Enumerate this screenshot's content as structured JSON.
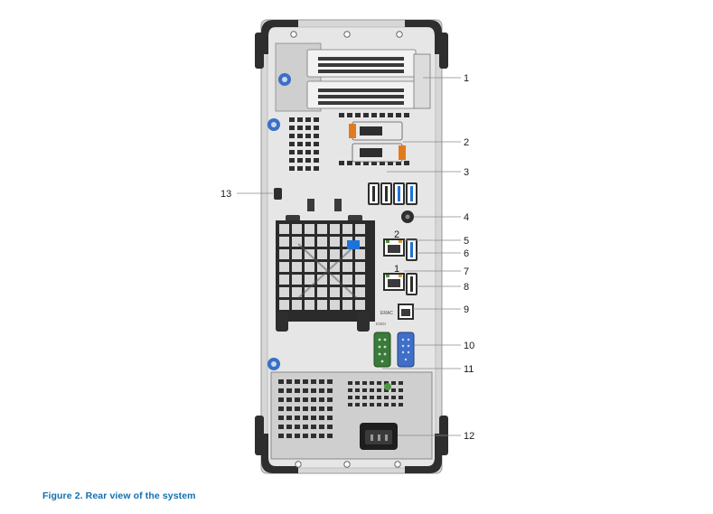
{
  "caption": "Figure 2. Rear view of the system",
  "callouts": [
    "1",
    "2",
    "3",
    "4",
    "5",
    "6",
    "7",
    "8",
    "9",
    "10",
    "11",
    "12",
    "13"
  ],
  "port_labels": {
    "lan_2": "2",
    "lan_1": "1",
    "erac": "ERAC",
    "serial": "IOIOI"
  },
  "colors": {
    "caption": "#0f6fb0",
    "chassis": "#d6d6d6",
    "bumper": "#2b2b2b",
    "usb3": "#1e73d8",
    "thumbscrew": "#3b6fc7",
    "serial_port": "#3a7a3a",
    "vga_port": "#3f6fc9",
    "orange_tab": "#e07a1e"
  }
}
